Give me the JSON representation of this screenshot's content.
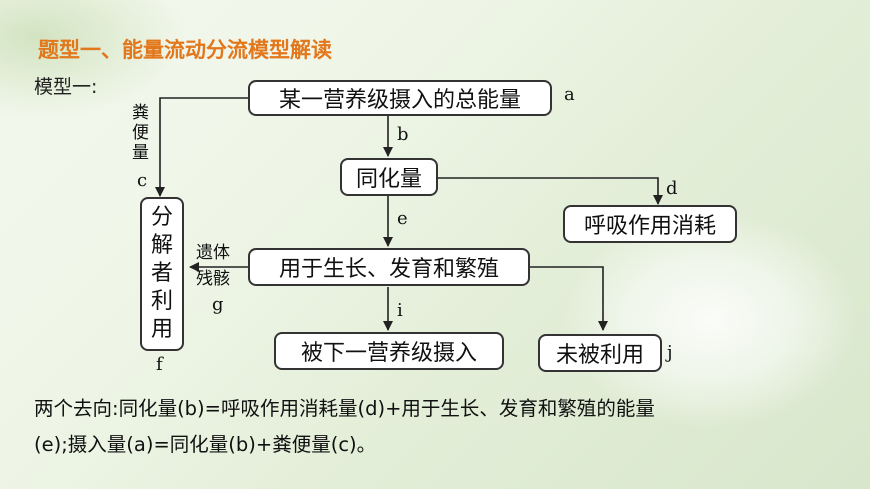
{
  "title": "题型一、能量流动分流模型解读",
  "model_label": "模型一:",
  "nodes": {
    "intake": "某一营养级摄入的总能量",
    "assimilation": "同化量",
    "respiration": "呼吸作用消耗",
    "growth": "用于生长、发育和繁殖",
    "next_level": "被下一营养级摄入",
    "unused": "未被利用",
    "decomposer": [
      "分",
      "解",
      "者",
      "利",
      "用"
    ]
  },
  "letters": {
    "a": "a",
    "b": "b",
    "c": "c",
    "d": "d",
    "e": "e",
    "f": "f",
    "g": "g",
    "i": "i",
    "j": "j"
  },
  "feces": [
    "粪",
    "便",
    "量"
  ],
  "remains": [
    "遗体",
    "残骸"
  ],
  "footer": {
    "line1": "两个去向:同化量(b)=呼吸作用消耗量(d)+用于生长、发育和繁殖的能量",
    "line2": "(e);摄入量(a)=同化量(b)+粪便量(c)。"
  }
}
